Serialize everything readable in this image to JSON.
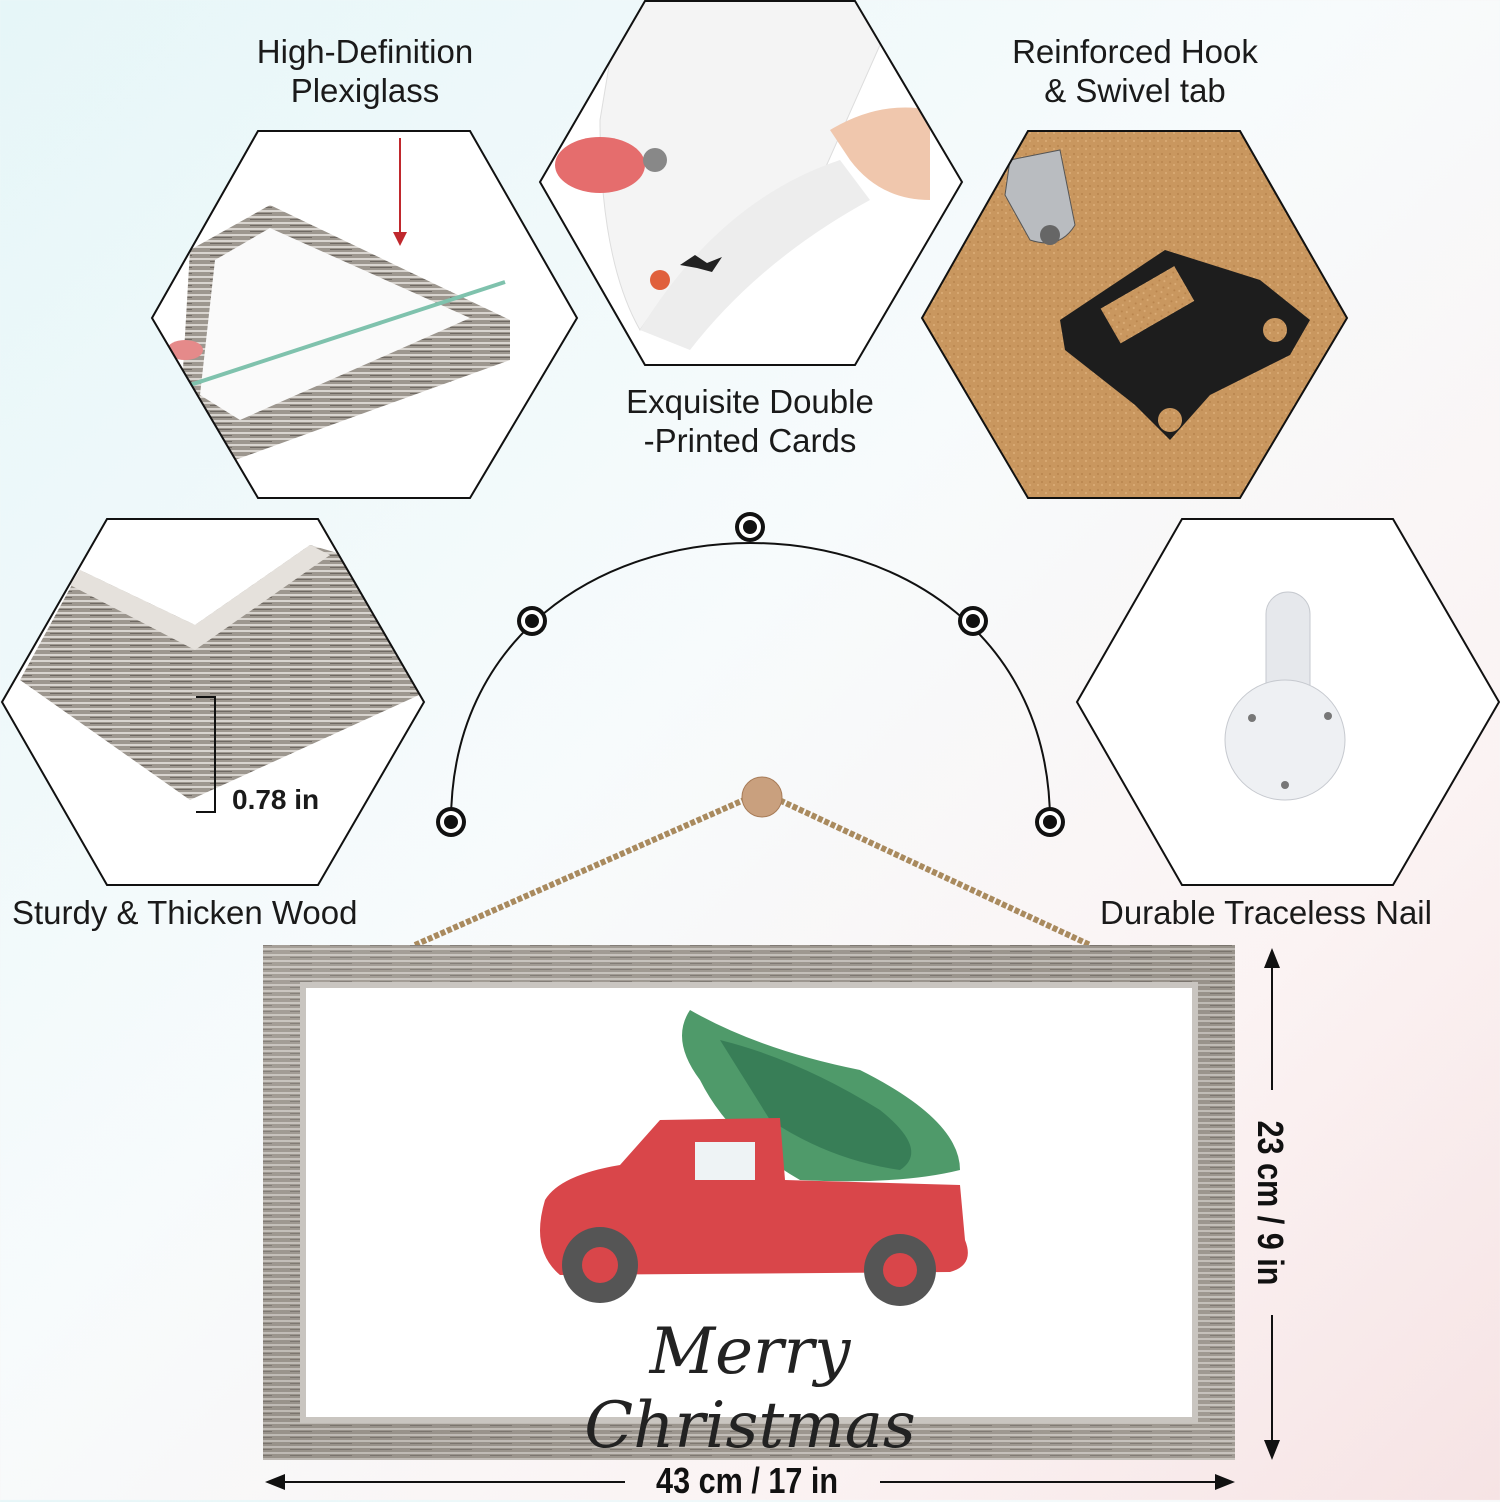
{
  "features": {
    "plexiglass": "High-Definition\nPlexiglass",
    "cards": "Exquisite Double\n-Printed Cards",
    "hook": "Reinforced Hook\n& Swivel tab",
    "wood": "Sturdy & Thicken Wood",
    "nail": "Durable Traceless Nail",
    "thickness": "0.78 in"
  },
  "product": {
    "sign_text": "Merry Christmas",
    "width_label": "43 cm / 17 in",
    "height_label": "23 cm / 9 in"
  },
  "colors": {
    "truck_red": "#d9464a",
    "tree_green": "#3f8a5a",
    "frame_gray": "#9a9590",
    "cork": "#c99966"
  }
}
